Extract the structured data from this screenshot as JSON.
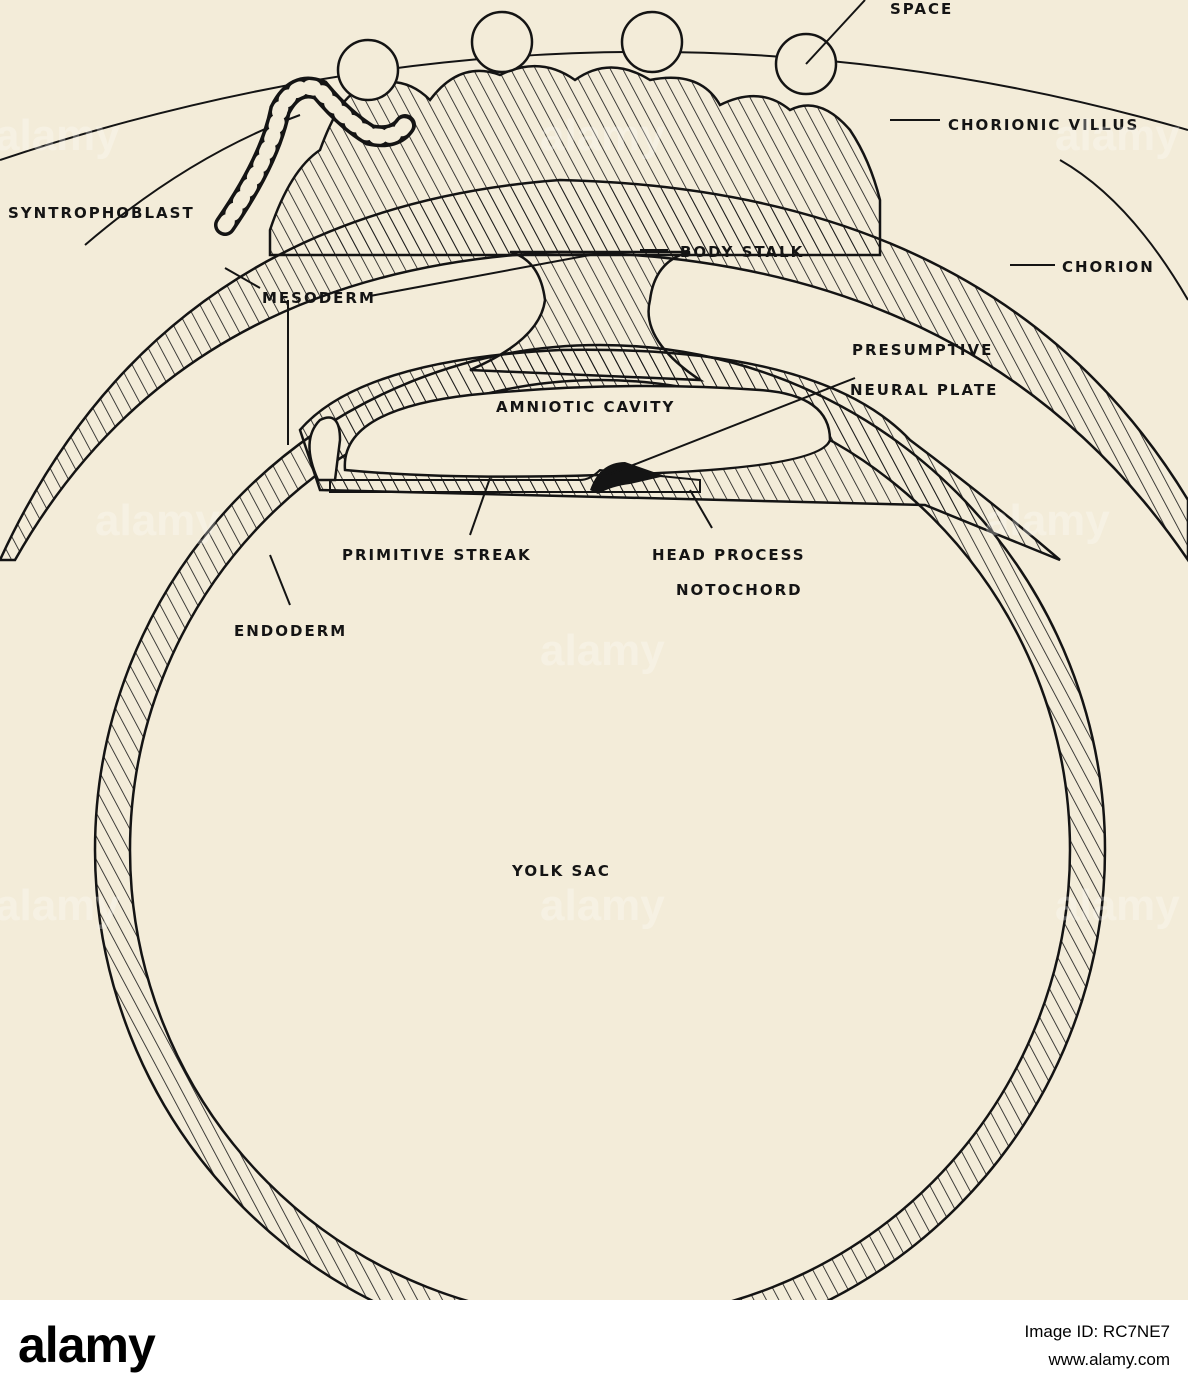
{
  "labels": {
    "space": "SPACE",
    "chorionic_villus": "CHORIONIC VILLUS",
    "syntrophoblast": "SYNTROPHOBLAST",
    "body_stalk": "BODY STALK",
    "chorion": "CHORION",
    "mesoderm": "MESODERM",
    "presumptive_1": "PRESUMPTIVE",
    "presumptive_2": "NEURAL PLATE",
    "amniotic_cavity": "AMNIOTIC CAVITY",
    "primitive_streak": "PRIMITIVE STREAK",
    "head_process_1": "HEAD PROCESS",
    "head_process_2": "NOTOCHORD",
    "endoderm": "ENDODERM",
    "yolk_sac": "YOLK SAC"
  },
  "watermark": {
    "text": "alamy"
  },
  "footer": {
    "logo": "alamy",
    "image_id": "Image ID: RC7NE7",
    "url": "www.alamy.com"
  },
  "colors": {
    "paper": "#f3ecd9",
    "ink": "#141414",
    "footer_bg": "#ffffff"
  }
}
